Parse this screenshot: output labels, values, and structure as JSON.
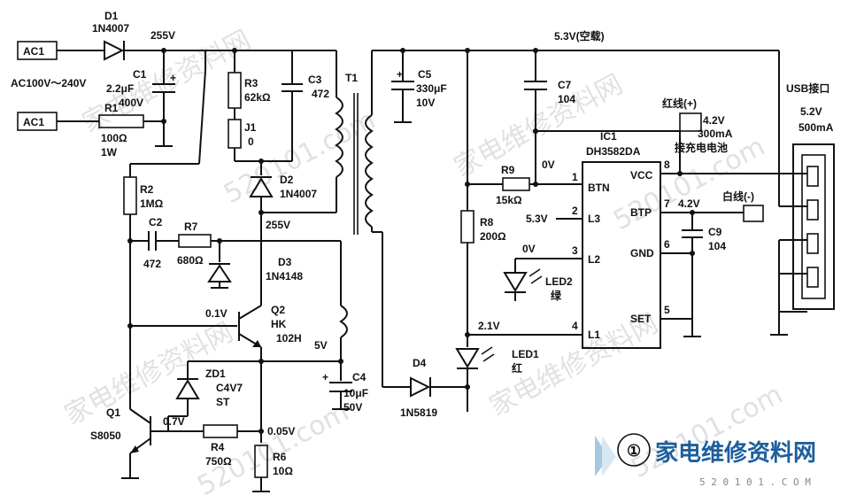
{
  "terminals": {
    "ac1_top": "AC1",
    "ac1_bottom": "AC1"
  },
  "input_range": "AC100V～240V",
  "components": {
    "d1": {
      "ref": "D1",
      "value": "1N4007"
    },
    "c1": {
      "ref": "C1",
      "value": "2.2μF",
      "rating": "400V"
    },
    "r1": {
      "ref": "R1",
      "value": "100Ω",
      "rating": "1W"
    },
    "r2": {
      "ref": "R2",
      "value": "1MΩ"
    },
    "c2": {
      "ref": "C2",
      "value": "472"
    },
    "r7": {
      "ref": "R7",
      "value": "680Ω"
    },
    "r3": {
      "ref": "R3",
      "value": "62kΩ"
    },
    "c3": {
      "ref": "C3",
      "value": "472"
    },
    "j1": {
      "ref": "J1",
      "value": "0"
    },
    "d2": {
      "ref": "D2",
      "value": "1N4007"
    },
    "d3": {
      "ref": "D3",
      "value": "1N4148"
    },
    "q2": {
      "ref": "Q2",
      "value": "HK",
      "extra": "102H"
    },
    "zd1": {
      "ref": "ZD1",
      "value": "C4V7",
      "extra": "ST"
    },
    "q1": {
      "ref": "Q1",
      "value": "S8050"
    },
    "r4": {
      "ref": "R4",
      "value": "750Ω"
    },
    "r6": {
      "ref": "R6",
      "value": "10Ω"
    },
    "c4": {
      "ref": "C4",
      "value": "10μF",
      "rating": "50V"
    },
    "t1": {
      "ref": "T1"
    },
    "c5": {
      "ref": "C5",
      "value": "330μF",
      "rating": "10V"
    },
    "d4": {
      "ref": "D4",
      "value": "1N5819"
    },
    "c7": {
      "ref": "C7",
      "value": "104"
    },
    "r9": {
      "ref": "R9",
      "value": "15kΩ"
    },
    "r8": {
      "ref": "R8",
      "value": "200Ω"
    },
    "led2": {
      "ref": "LED2",
      "color": "绿"
    },
    "led1": {
      "ref": "LED1",
      "color": "红"
    },
    "ic1": {
      "ref": "IC1",
      "value": "DH3582DA"
    },
    "c9": {
      "ref": "C9",
      "value": "104"
    }
  },
  "ic_pins": {
    "left": [
      {
        "num": "1",
        "name": "BTN"
      },
      {
        "num": "2",
        "name": "L3"
      },
      {
        "num": "3",
        "name": "L2"
      },
      {
        "num": "4",
        "name": "L1"
      }
    ],
    "right": [
      {
        "num": "8",
        "name": "VCC"
      },
      {
        "num": "7",
        "name": "BTP"
      },
      {
        "num": "6",
        "name": "GND"
      },
      {
        "num": "5",
        "name": "SET"
      }
    ]
  },
  "voltages": {
    "v255_top": "255V",
    "v255_mid": "255V",
    "v0_1": "0.1V",
    "v5": "5V",
    "v0_7": "0.7V",
    "v0_05": "0.05V",
    "v5_3_noload": "5.3V(空载)",
    "v0_ic": "0V",
    "v5_3_l3": "5.3V",
    "v0_led2": "0V",
    "v2_1": "2.1V",
    "v4_2_btp": "4.2V"
  },
  "battery": {
    "red_label": "红线(+)",
    "spec_voltage": "4.2V",
    "spec_current": "300mA",
    "desc": "接充电电池",
    "white_label": "白线(-)"
  },
  "usb": {
    "label": "USB接口",
    "voltage": "5.2V",
    "current": "500mA"
  },
  "figure_number": "①",
  "watermark": {
    "brand": "家电维修资料网",
    "site": "520101.com",
    "site_small": "5 2 0 1 0 1 . C O M"
  }
}
